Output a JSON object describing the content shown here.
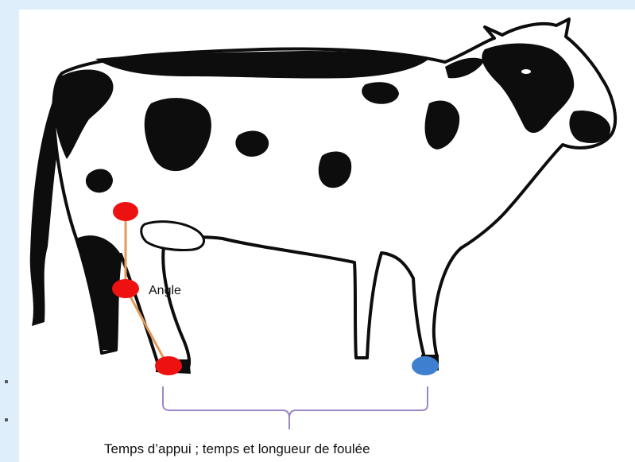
{
  "labels": {
    "angle": "Angle",
    "caption": "Temps d’appui ; temps et longueur de foulée"
  },
  "markers": [
    {
      "name": "hip-marker",
      "color": "#ee1111"
    },
    {
      "name": "hock-marker",
      "color": "#ee1111"
    },
    {
      "name": "rear-hoof-marker",
      "color": "#ee1111"
    },
    {
      "name": "front-hoof-marker",
      "color": "#3f7fd0"
    }
  ],
  "colors": {
    "background": "#dfeefb",
    "cow_spots": "#0d0d0d",
    "limb_segment": "#e39a5a",
    "bracket": "#9b86c6"
  }
}
